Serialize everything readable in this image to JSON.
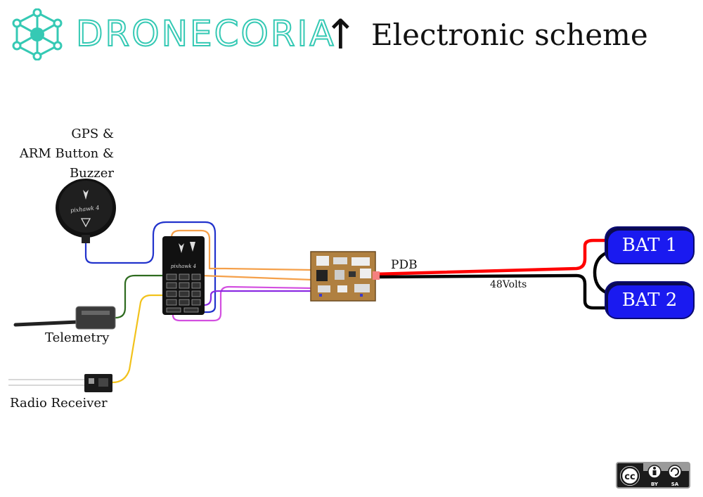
{
  "header": {
    "brand": "DRONECORIA",
    "arrow": "↑",
    "title": "Electronic scheme"
  },
  "components": {
    "gps_label_line1": "GPS &",
    "gps_label_line2": "ARM Button &",
    "gps_label_line3": "Buzzer",
    "gps_unit_text": "pixhawk 4",
    "fc_text": "pixhawk 4",
    "telemetry_label": "Telemetry",
    "receiver_label": "Radio Receiver",
    "pdb_label": "PDB",
    "voltage_label": "48Volts",
    "battery_1": "BAT 1",
    "battery_2": "BAT 2"
  },
  "license": {
    "cc": "cc",
    "by": "BY",
    "sa": "SA"
  },
  "colors": {
    "brand": "#35c9b4",
    "wire_blue": "#2233cc",
    "wire_orange": "#f5a04a",
    "wire_magenta": "#d34fe0",
    "wire_purple": "#8a2be2",
    "wire_green": "#2e6b1f",
    "wire_yellow": "#f2c21b",
    "wire_red": "#ff0000",
    "wire_black": "#000000",
    "battery": "#1a1af0"
  }
}
